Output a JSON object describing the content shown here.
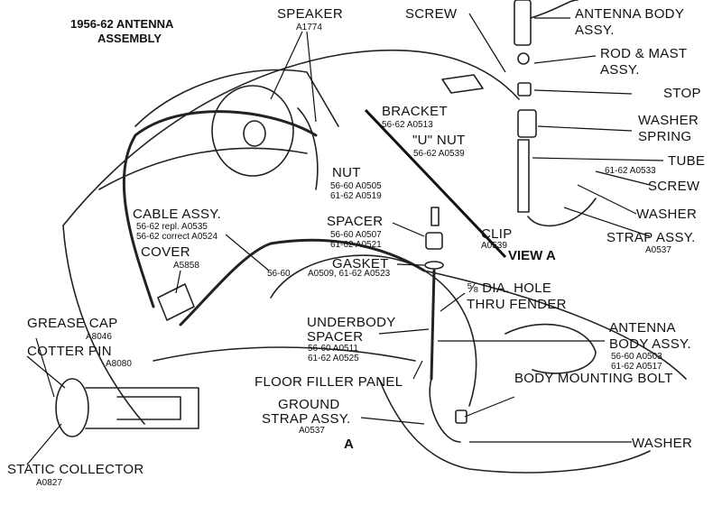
{
  "title": {
    "line1": "1956-62 ANTENNA",
    "line2": "ASSEMBLY"
  },
  "labels": {
    "speaker": "SPEAKER",
    "speaker_num": "A1774",
    "screw_top": "SCREW",
    "antenna_body_1": "ANTENNA BODY",
    "antenna_body_2": "ASSY.",
    "rod_mast_1": "ROD & MAST",
    "rod_mast_2": "ASSY.",
    "stop": "STOP",
    "bracket": "BRACKET",
    "bracket_num": "56-62   A0513",
    "u_nut": "\"U\" NUT",
    "u_nut_num": "56-62   A0539",
    "washer_spring_1": "WASHER",
    "washer_spring_2": "SPRING",
    "tube": "TUBE",
    "tube_num": "61-62   A0533",
    "screw_right": "SCREW",
    "washer_right": "WASHER",
    "strap_assy": "STRAP ASSY.",
    "strap_num": "A0537",
    "nut": "NUT",
    "nut_num1": "56-60   A0505",
    "nut_num2": "61-62   A0519",
    "cable_assy": "CABLE ASSY.",
    "cable_num1": "56-62 repl.  A0535",
    "cable_num2": "56-62 correct  A0524",
    "spacer": "SPACER",
    "spacer_num1": "56-60   A0507",
    "spacer_num2": "61-62   A0521",
    "clip": "CLIP",
    "clip_num": "A0539",
    "view_a": "VIEW A",
    "cover": "COVER",
    "cover_num": "A5858",
    "gasket": "GASKET",
    "gasket_num1": "56-60",
    "gasket_num2": "A0509, 61-62   A0523",
    "hole_1": "⅝ DIA. HOLE",
    "hole_2": "THRU FENDER",
    "grease_cap": "GREASE CAP",
    "grease_num": "A8046",
    "underbody_1": "UNDERBODY",
    "underbody_2": "SPACER",
    "underbody_num1": "56-60   A0511",
    "underbody_num2": "61-62   A0525",
    "antenna_body_b1": "ANTENNA",
    "antenna_body_b2": "BODY ASSY.",
    "antenna_body_num1": "56-60   A0503",
    "antenna_body_num2": "61-62   A0517",
    "cotter_pin": "COTTER PIN",
    "cotter_num": "A8080",
    "floor_filler": "FLOOR FILLER PANEL",
    "body_bolt": "BODY MOUNTING BOLT",
    "ground_strap_1": "GROUND",
    "ground_strap_2": "STRAP ASSY.",
    "ground_num": "A0537",
    "view_marker": "A",
    "washer_bottom": "WASHER",
    "static_collector": "STATIC COLLECTOR",
    "static_num": "A0827"
  }
}
